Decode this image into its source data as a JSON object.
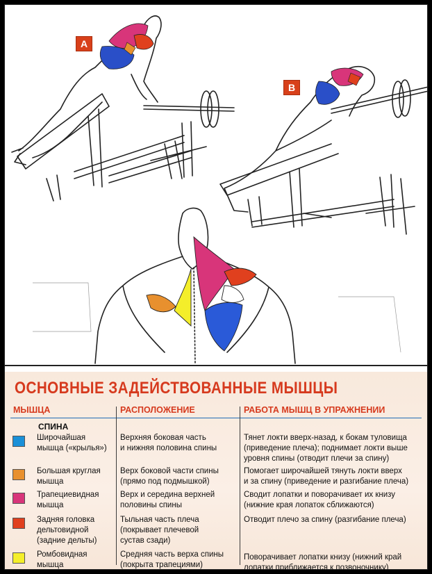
{
  "labels": {
    "a": "A",
    "b": "B"
  },
  "table": {
    "title": "ОСНОВНЫЕ ЗАДЕЙСТВОВАННЫЕ МЫШЦЫ",
    "headers": {
      "muscle": "МЫШЦА",
      "location": "РАСПОЛОЖЕНИЕ",
      "work": "РАБОТА МЫШЦ В УПРАЖНЕНИИ"
    },
    "section": "СПИНА",
    "rows": [
      {
        "color": "#1a90d8",
        "muscle": [
          "Широчайшая",
          "мышца («крылья»)"
        ],
        "location": [
          "Верхняя боковая часть",
          "и нижняя половина спины"
        ],
        "work": [
          "Тянет локти вверх-назад, к бокам туловища",
          "(приведение плеча); поднимает локти выше",
          "уровня спины (отводит плечи за спину)"
        ]
      },
      {
        "color": "#e8902e",
        "muscle": [
          "Большая круглая",
          "мышца"
        ],
        "location": [
          "Верх боковой части спины",
          "(прямо под подмышкой)"
        ],
        "work": [
          "Помогает широчайшей тянуть локти вверх",
          "и за спину (приведение и разгибание плеча)"
        ]
      },
      {
        "color": "#d8357a",
        "muscle": [
          "Трапециевидная",
          "мышца"
        ],
        "location": [
          "Верх и середина верхней",
          "половины спины"
        ],
        "work": [
          "Сводит лопатки и поворачивает их книзу",
          "(нижние края лопаток сближаются)"
        ]
      },
      {
        "color": "#e0401e",
        "muscle": [
          "Задняя головка",
          "дельтовидной",
          "(задние дельты)"
        ],
        "location": [
          "Тыльная часть плеча",
          "(покрывает плечевой",
          "сустав сзади)"
        ],
        "work": [
          "Отводит плечо за спину (разгибание плеча)"
        ]
      },
      {
        "color": "#f4ee2a",
        "muscle": [
          "Ромбовидная",
          "мышца"
        ],
        "location": [
          "Средняя часть верха спины",
          "(покрыта трапециями)"
        ],
        "work": [
          "Поворачивает лопатки книзу (нижний край",
          "лопатки приближается к позвоночнику)"
        ]
      }
    ]
  }
}
